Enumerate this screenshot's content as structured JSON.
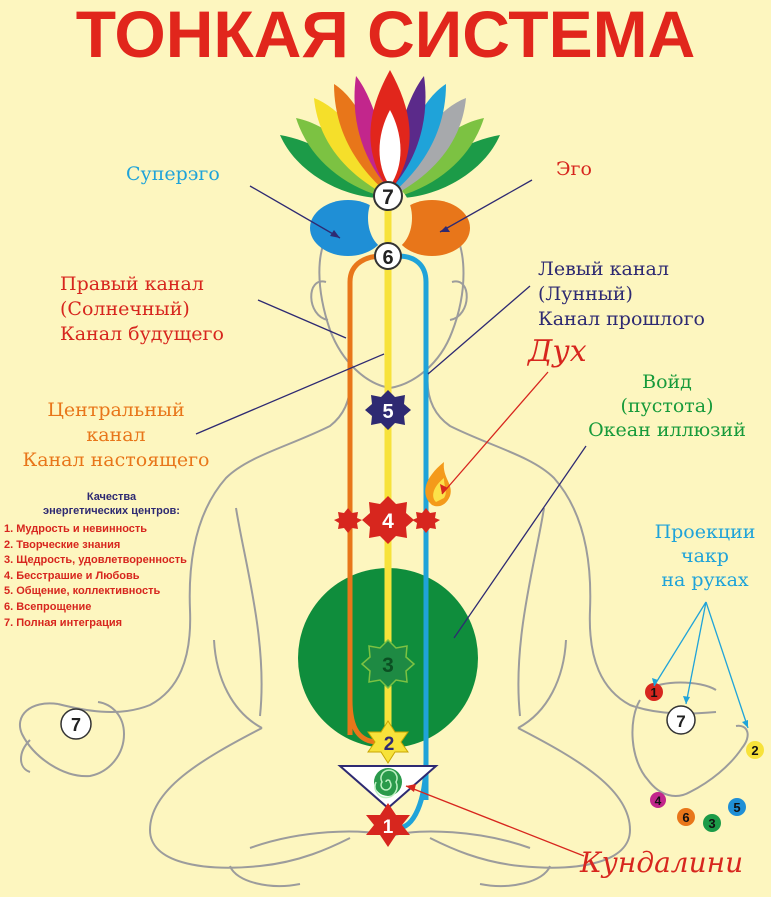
{
  "title": "ТОНКАЯ СИСТЕМА",
  "labels": {
    "superego": "Суперэго",
    "ego": "Эго",
    "right_channel": [
      "Правый канал",
      "(Солнечный)",
      "Канал будущего"
    ],
    "left_channel": [
      "Левый канал",
      "(Лунный)",
      "Канал прошлого"
    ],
    "spirit": "Дух",
    "central_channel": [
      "Центральный",
      "канал",
      "Канал настоящего"
    ],
    "void": [
      "Войд",
      "(пустота)",
      "Океан иллюзий"
    ],
    "hand_projections": [
      "Проекции",
      "чакр",
      "на руках"
    ],
    "kundalini": "Кундалини"
  },
  "qualities": {
    "heading": [
      "Качества",
      "энергетических центров:"
    ],
    "items": [
      "1. Мудрость и невинность",
      "2. Творческие знания",
      "3. Щедрость, удовлетворенность",
      "4. Бесстрашие и Любовь",
      "5. Общение, коллективность",
      "6. Всепрощение",
      "7. Полная интеграция"
    ]
  },
  "chakra_numbers": {
    "c1": "1",
    "c2": "2",
    "c3": "3",
    "c4": "4",
    "c5": "5",
    "c6": "6",
    "c7": "7",
    "left_palm": "7",
    "hand": {
      "h1": "1",
      "h2": "2",
      "h3": "3",
      "h4": "4",
      "h5": "5",
      "h6": "6",
      "h7": "7"
    }
  },
  "colors": {
    "title": "#E1261C",
    "right_channel": "#E8761A",
    "left_channel": "#1FA3D9",
    "central_channel": "#F7E23A",
    "void": "#0F8D3C",
    "heart_chakra": "#D7261E",
    "throat_chakra": "#2E2A72",
    "background": "#FDF6BF"
  }
}
